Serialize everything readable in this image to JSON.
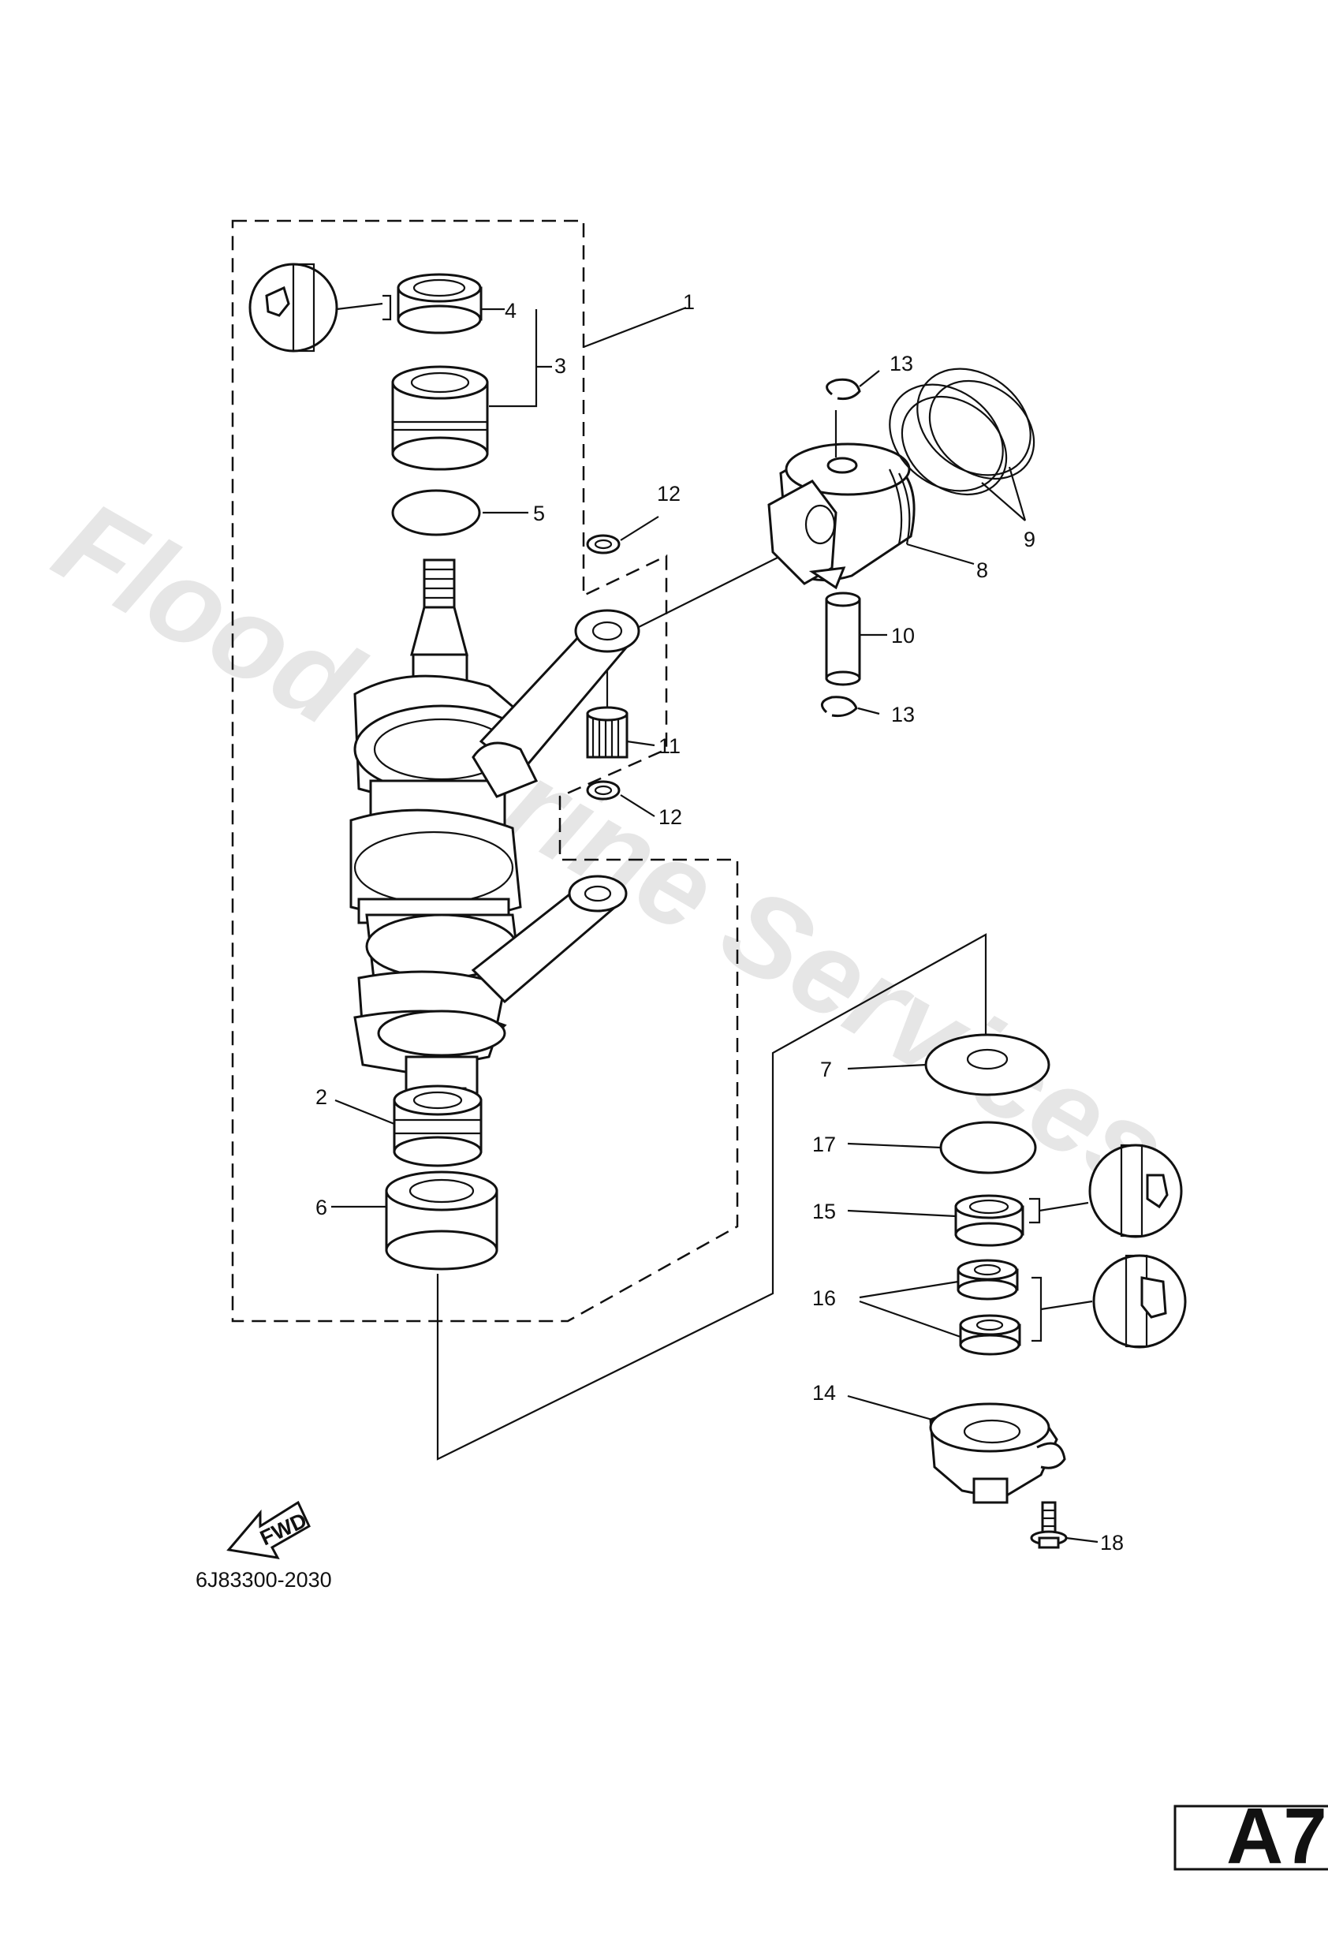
{
  "watermark": "Flood Marine Services",
  "part_number": "6J83300-2030",
  "page_tag": "A7",
  "fwd_label": "FWD",
  "callouts": {
    "c1": "1",
    "c2": "2",
    "c3": "3",
    "c4": "4",
    "c5": "5",
    "c6": "6",
    "c7": "7",
    "c8": "8",
    "c9": "9",
    "c10": "10",
    "c11": "11",
    "c12a": "12",
    "c12b": "12",
    "c13a": "13",
    "c13b": "13",
    "c14": "14",
    "c15": "15",
    "c16": "16",
    "c17": "17",
    "c18": "18"
  }
}
